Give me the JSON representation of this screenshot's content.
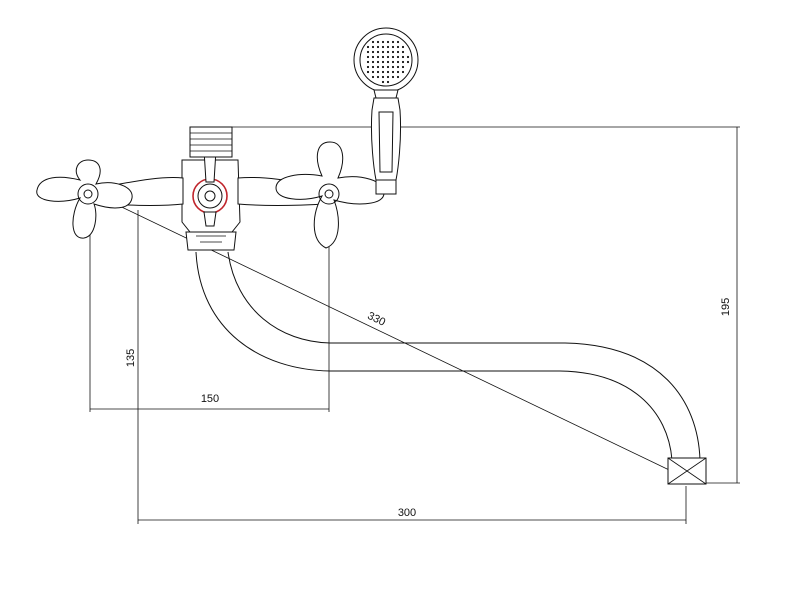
{
  "dimensions": {
    "handle_spacing": "150",
    "vertical_handle": "135",
    "spout_diagonal": "330",
    "spout_reach": "300",
    "total_height": "195"
  },
  "colors": {
    "line": "#111111",
    "accent": "#c0262d",
    "background": "#ffffff"
  }
}
